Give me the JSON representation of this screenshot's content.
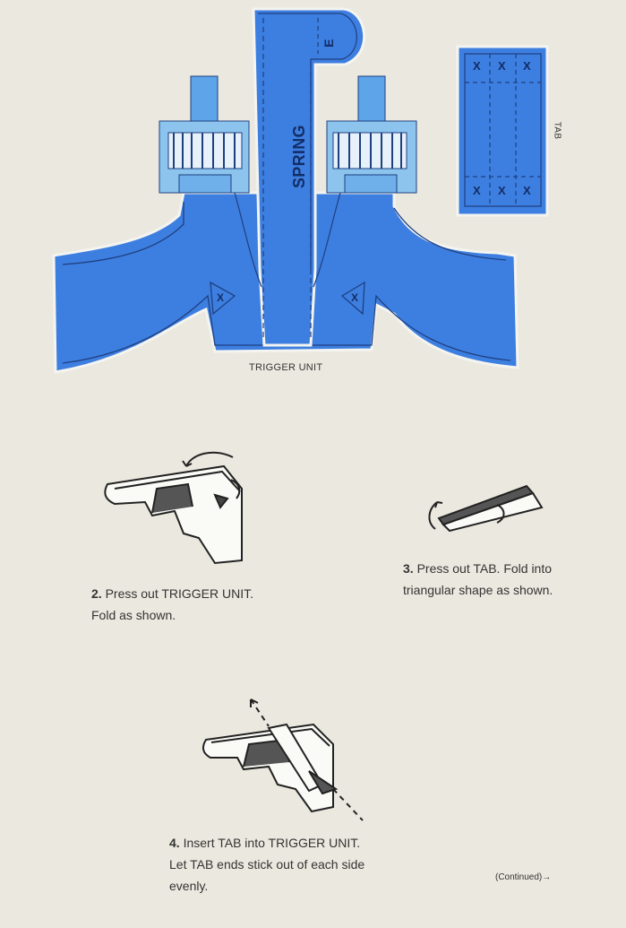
{
  "sheet": {
    "spring_label": "SPRING",
    "tab_label": "TAB",
    "e_mark": "E",
    "x_mark": "X",
    "trigger_unit_label": "TRIGGER UNIT"
  },
  "steps": [
    {
      "number": "2.",
      "line1": "Press out TRIGGER UNIT.",
      "line2": "Fold as shown."
    },
    {
      "number": "3.",
      "line1": "Press out TAB. Fold into",
      "line2": "triangular shape as shown."
    },
    {
      "number": "4.",
      "line1": "Insert TAB into TRIGGER UNIT.",
      "line2": "Let TAB ends stick out of each side",
      "line3": "evenly."
    }
  ],
  "footer": {
    "continued": "(Continued)",
    "arrow": "→"
  },
  "colors": {
    "blue": "#3d7fe0",
    "blue_dark": "#2a5fb8",
    "paper": "#ebe8df",
    "ink": "#2b2b2b"
  }
}
